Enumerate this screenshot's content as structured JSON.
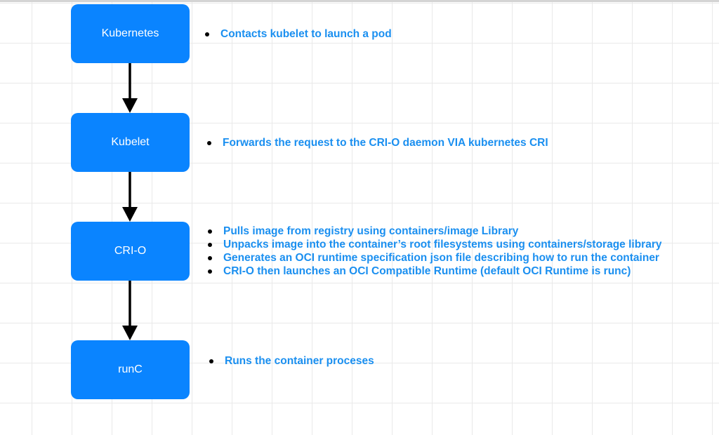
{
  "colors": {
    "node_fill": "#0a84ff",
    "note_text": "#1a8ff0",
    "arrow": "#000000"
  },
  "nodes": [
    {
      "id": "kubernetes",
      "label": "Kubernetes"
    },
    {
      "id": "kubelet",
      "label": "Kubelet"
    },
    {
      "id": "cri-o",
      "label": "CRI-O"
    },
    {
      "id": "runc",
      "label": "runC"
    }
  ],
  "edges": [
    {
      "from": "kubernetes",
      "to": "kubelet"
    },
    {
      "from": "kubelet",
      "to": "cri-o"
    },
    {
      "from": "cri-o",
      "to": "runc"
    }
  ],
  "notes": {
    "kubernetes": [
      "Contacts kubelet to launch a pod"
    ],
    "kubelet": [
      "Forwards the request to the CRI-O daemon VIA kubernetes CRI"
    ],
    "cri_o": [
      "Pulls image from registry using containers/image Library",
      "Unpacks image into the container’s root filesystems using containers/storage library",
      "Generates an OCI runtime specification json file describing how to run the container",
      "CRI-O then launches an OCI Compatible Runtime (default OCI Runtime is runc)"
    ],
    "runc": [
      "Runs the container proceses"
    ]
  }
}
